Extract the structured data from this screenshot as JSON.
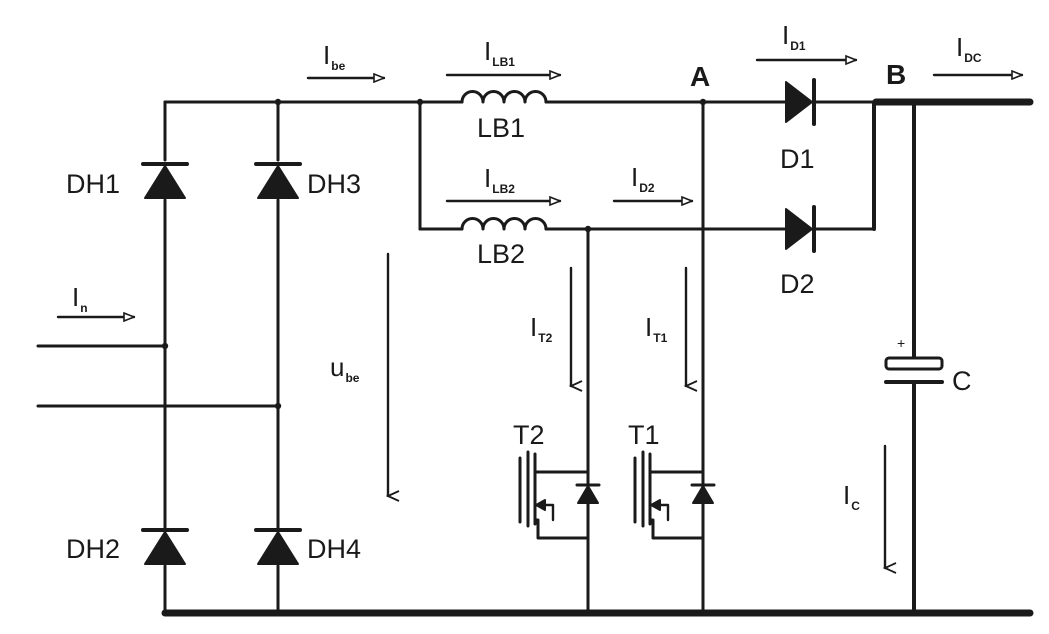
{
  "components": {
    "dh1": "DH1",
    "dh2": "DH2",
    "dh3": "DH3",
    "dh4": "DH4",
    "lb1": "LB1",
    "lb2": "LB2",
    "d1": "D1",
    "d2": "D2",
    "t1": "T1",
    "t2": "T2",
    "c": "C",
    "c_polarity": "+"
  },
  "nodes": {
    "a": "A",
    "b": "B"
  },
  "currents": {
    "i_n": {
      "main": "I",
      "sub": "n"
    },
    "i_be": {
      "main": "I",
      "sub": "be"
    },
    "i_lb1": {
      "main": "I",
      "sub": "LB1"
    },
    "i_lb2": {
      "main": "I",
      "sub": "LB2"
    },
    "i_d1": {
      "main": "I",
      "sub": "D1"
    },
    "i_d2": {
      "main": "I",
      "sub": "D2"
    },
    "i_dc": {
      "main": "I",
      "sub": "DC"
    },
    "i_t1": {
      "main": "I",
      "sub": "T1"
    },
    "i_t2": {
      "main": "I",
      "sub": "T2"
    },
    "i_c": {
      "main": "I",
      "sub": "C"
    }
  },
  "voltages": {
    "u_be": {
      "main": "u",
      "sub": "be"
    }
  }
}
